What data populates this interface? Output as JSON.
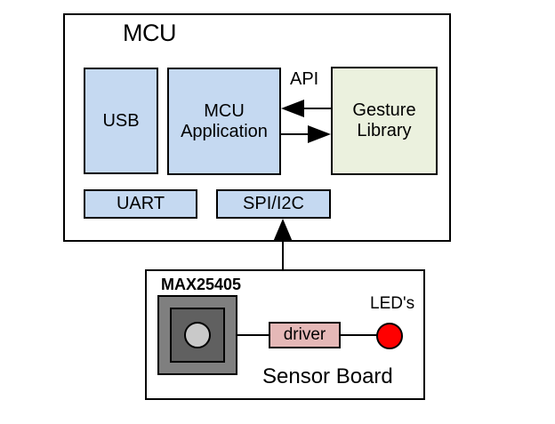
{
  "mcu": {
    "title": "MCU",
    "usb": "USB",
    "app": {
      "line1": "MCU",
      "line2": "Application"
    },
    "gesture": {
      "line1": "Gesture",
      "line2": "Library"
    },
    "uart": "UART",
    "spi_i2c": "SPI/I2C",
    "api_label": "API"
  },
  "sensor_board": {
    "title": "Sensor Board",
    "chip": "MAX25405",
    "driver": "driver",
    "led": "LED's"
  },
  "colors": {
    "block_blue": "#c5d9f1",
    "block_green": "#ebf1de",
    "driver_pink": "#e5b8b7",
    "led_red": "#ff0000",
    "chip_outer_gray": "#7f7f7f",
    "chip_inner_gray": "#606060",
    "chip_lens_gray": "#c9c9c9",
    "line_black": "#000000",
    "background": "#ffffff"
  }
}
